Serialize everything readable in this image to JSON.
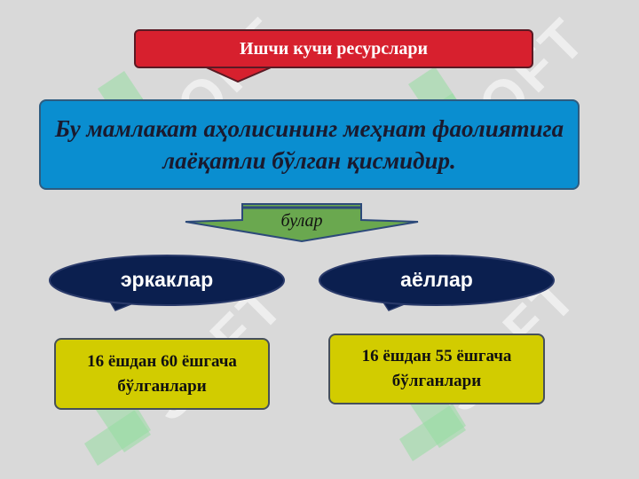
{
  "title": "Ишчи кучи ресурслари",
  "definition": "Бу мамлакат аҳолисининг меҳнат фаолиятига лаёқатли бўлган қисмидир.",
  "arrow_label": "булар",
  "groups": [
    {
      "label": "эркаклар",
      "age_range": "16 ёшдан 60 ёшгача бўлганлари"
    },
    {
      "label": "аёллар",
      "age_range": "16 ёшдан 55 ёшгача бўлганлари"
    }
  ],
  "watermark": "SOFT",
  "colors": {
    "background": "#d9d9d9",
    "title_red": "#d7202e",
    "definition_blue": "#0a8ed0",
    "arrow_green": "#6aa84f",
    "oval_navy": "#0b1f4f",
    "box_yellow": "#d2cc00"
  }
}
